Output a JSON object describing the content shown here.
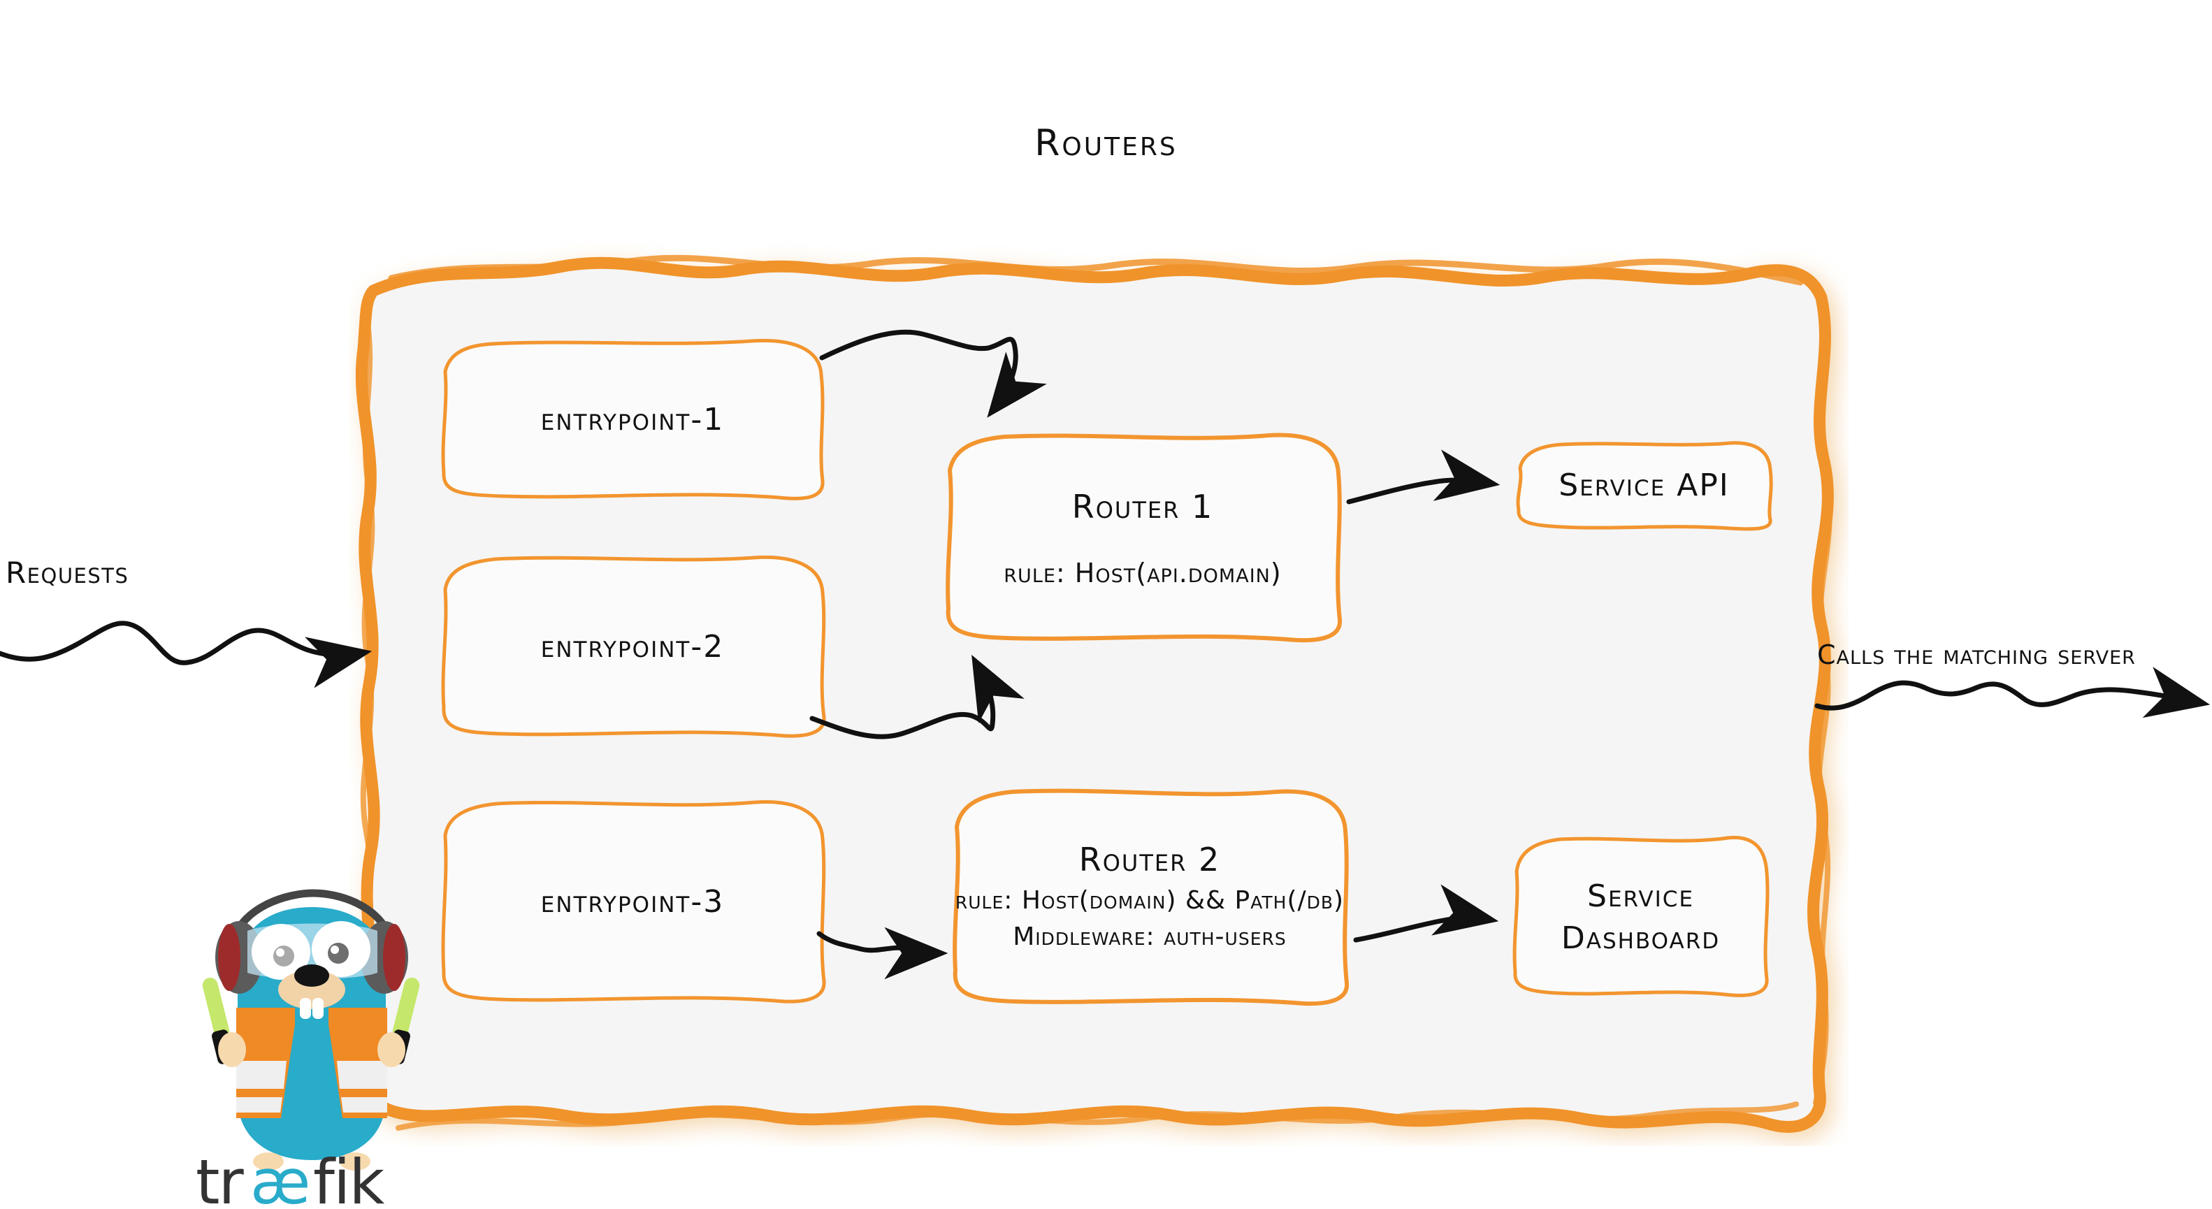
{
  "diagram": {
    "title": "Routers",
    "colors": {
      "accent_orange": "#F0932B",
      "container_fill": "#F5F5F5",
      "ink_black": "#111111",
      "gopher_blue": "#29ABCA",
      "vest_orange": "#F08A24",
      "wordmark_dark": "#333333",
      "glowstick_green": "#C5E86C",
      "headphone_gray": "#5B5B5B",
      "headphone_red": "#9E2B2B",
      "muzzle_tan": "#F2D3A8"
    }
  },
  "annotations": {
    "requests_label": "Requests",
    "calls_label": "Calls the matching server"
  },
  "entrypoints": [
    {
      "id": "entrypoint-1",
      "label": "entrypoint-1"
    },
    {
      "id": "entrypoint-2",
      "label": "entrypoint-2"
    },
    {
      "id": "entrypoint-3",
      "label": "entrypoint-3"
    }
  ],
  "routers": [
    {
      "id": "router-1",
      "title": "Router 1",
      "lines": [
        "rule: Host(api.domain)"
      ]
    },
    {
      "id": "router-2",
      "title": "Router 2",
      "lines": [
        "rule: Host(domain) && Path(/db)",
        "Middleware: auth-users"
      ]
    }
  ],
  "services": [
    {
      "id": "service-api",
      "lines": [
        "Service API"
      ]
    },
    {
      "id": "service-dashboard",
      "lines": [
        "Service",
        "Dashboard"
      ]
    }
  ],
  "logo": {
    "wordmark_prefix": "tr",
    "wordmark_ligature": "æ",
    "wordmark_suffix": "fik",
    "alt": "traefik gopher mascot"
  }
}
